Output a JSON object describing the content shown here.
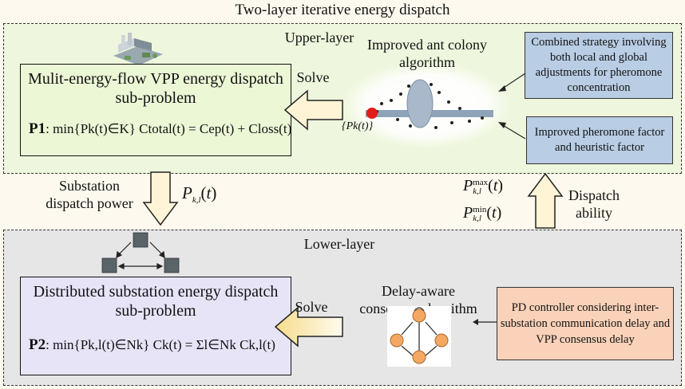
{
  "title": "Two-layer iterative energy dispatch",
  "upper": {
    "label": "Upper-layer",
    "algorithm": "Improved ant colony algorithm",
    "p1_title": "Mulit-energy-flow VPP energy dispatch sub-problem",
    "p1_label": "P1",
    "p1_formula": ": min{Pk(t)∈K} Ctotal(t) = Cep(t) + Closs(t)",
    "solve": "Solve",
    "pk_label": "{Pk(t)}",
    "strategy_box": "Combined strategy involving both local and global adjustments for pheromone concentration",
    "factor_box": "Improved pheromone factor and heuristic factor"
  },
  "middle": {
    "substation_dispatch": "Substation dispatch power",
    "pkl": "P k,l (t)",
    "pmax": "P k,l max (t)",
    "pmin": "P k,l min (t)",
    "dispatch_ability": "Dispatch ability"
  },
  "lower": {
    "label": "Lower-layer",
    "algorithm": "Delay-aware consensus algorithm",
    "p2_title": "Distributed substation energy dispatch sub-problem",
    "p2_label": "P2",
    "p2_formula": ": min{Pk,l(t)∈Nk} Ck(t) = Σl∈Nk Ck,l(t)",
    "solve": "Solve",
    "pd_box": "PD controller considering inter-substation communication delay and VPP consensus delay"
  },
  "colors": {
    "upper_bg": "#eef7dd",
    "lower_bg": "#e6e6e6",
    "p1_bg": "#ecf7d6",
    "p2_bg": "#e7e4f8",
    "blue_box": "#b9cde4",
    "pd_box": "#f9d2b9",
    "arrow_fill": "#fff5d6",
    "node_fill": "#f4a862"
  },
  "icons": [
    "factory-icon",
    "ant-colony-icon",
    "transformer-icon",
    "consensus-graph-icon"
  ]
}
